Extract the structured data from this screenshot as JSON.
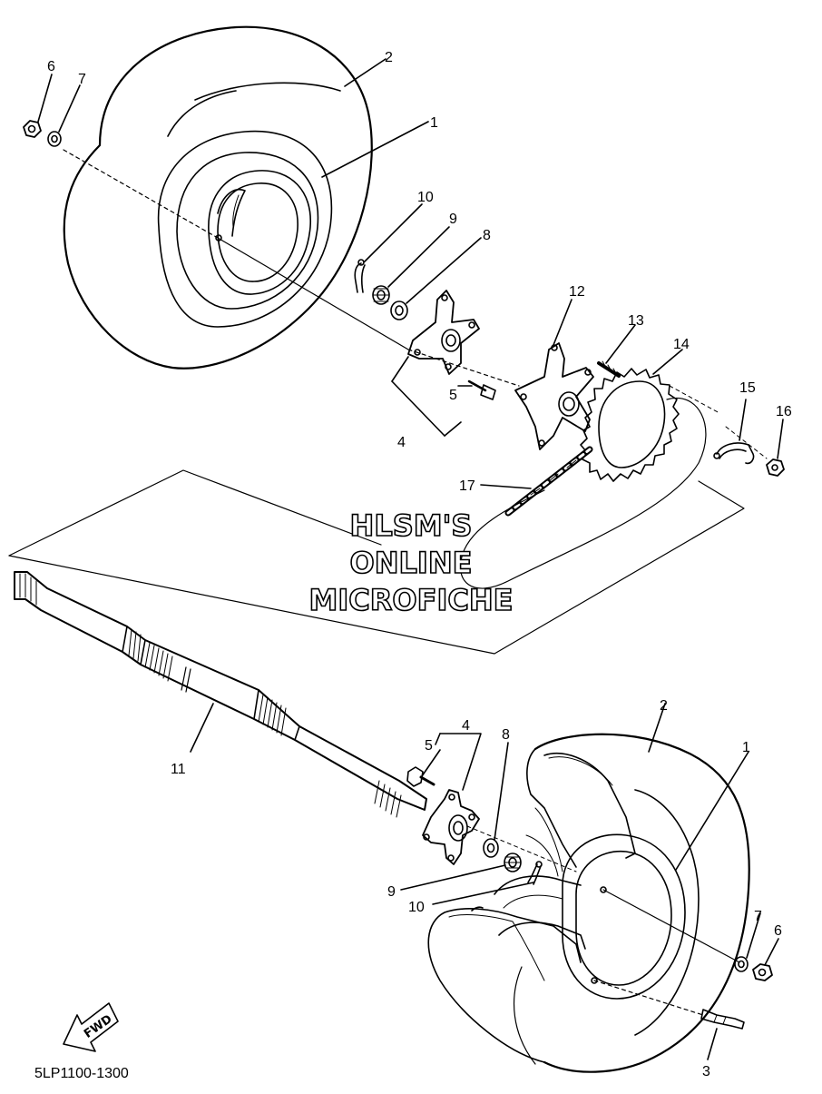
{
  "diagram": {
    "watermark_lines": [
      "HLSM'S",
      "ONLINE",
      "MICROFICHE"
    ],
    "drawing_code": "5LP1100-1300",
    "fwd_label": "FWD",
    "callouts_upper": {
      "c1": "1",
      "c2": "2",
      "c4": "4",
      "c5": "5",
      "c6": "6",
      "c7": "7",
      "c8": "8",
      "c9": "9",
      "c10": "10",
      "c12": "12",
      "c13": "13",
      "c14": "14",
      "c15": "15",
      "c16": "16",
      "c17": "17"
    },
    "callouts_lower": {
      "c1": "1",
      "c2": "2",
      "c3": "3",
      "c4": "4",
      "c5": "5",
      "c6": "6",
      "c7": "7",
      "c8": "8",
      "c9": "9",
      "c10": "10",
      "c11": "11"
    }
  }
}
